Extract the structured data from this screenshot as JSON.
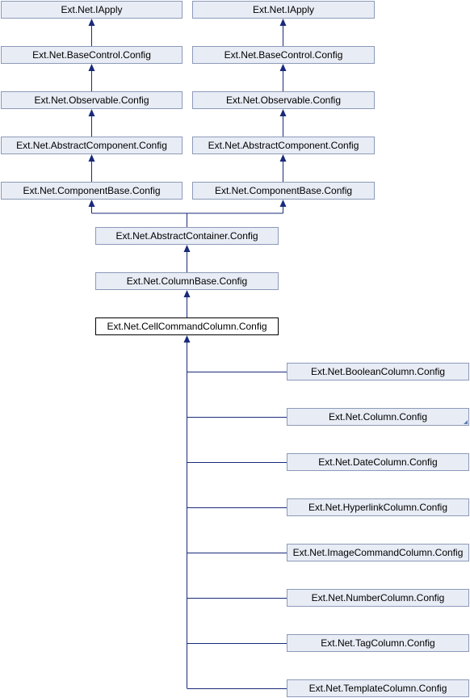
{
  "nodes": {
    "iapply_l": "Ext.Net.IApply",
    "iapply_r": "Ext.Net.IApply",
    "basecontrol_l": "Ext.Net.BaseControl.Config",
    "basecontrol_r": "Ext.Net.BaseControl.Config",
    "observable_l": "Ext.Net.Observable.Config",
    "observable_r": "Ext.Net.Observable.Config",
    "abstractcomponent_l": "Ext.Net.AbstractComponent.Config",
    "abstractcomponent_r": "Ext.Net.AbstractComponent.Config",
    "componentbase_l": "Ext.Net.ComponentBase.Config",
    "componentbase_r": "Ext.Net.ComponentBase.Config",
    "abstractcontainer": "Ext.Net.AbstractContainer.Config",
    "columnbase": "Ext.Net.ColumnBase.Config",
    "cellcommandcolumn": "Ext.Net.CellCommandColumn.Config",
    "children": [
      "Ext.Net.BooleanColumn.Config",
      "Ext.Net.Column.Config",
      "Ext.Net.DateColumn.Config",
      "Ext.Net.HyperlinkColumn.Config",
      "Ext.Net.ImageCommandColumn.Config",
      "Ext.Net.NumberColumn.Config",
      "Ext.Net.TagColumn.Config",
      "Ext.Net.TemplateColumn.Config"
    ]
  },
  "colors": {
    "edge": "#1a2a7a",
    "node_fill": "#e8ecf5",
    "node_border": "#8c9ab8"
  }
}
